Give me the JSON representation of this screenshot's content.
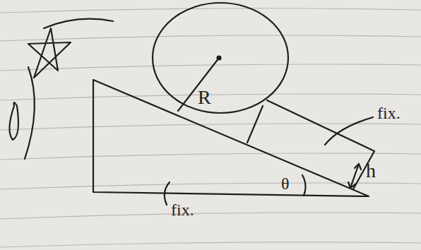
{
  "diagram": {
    "labels": [
      "R",
      "fix.",
      "fix.",
      "θ",
      "h"
    ]
  }
}
